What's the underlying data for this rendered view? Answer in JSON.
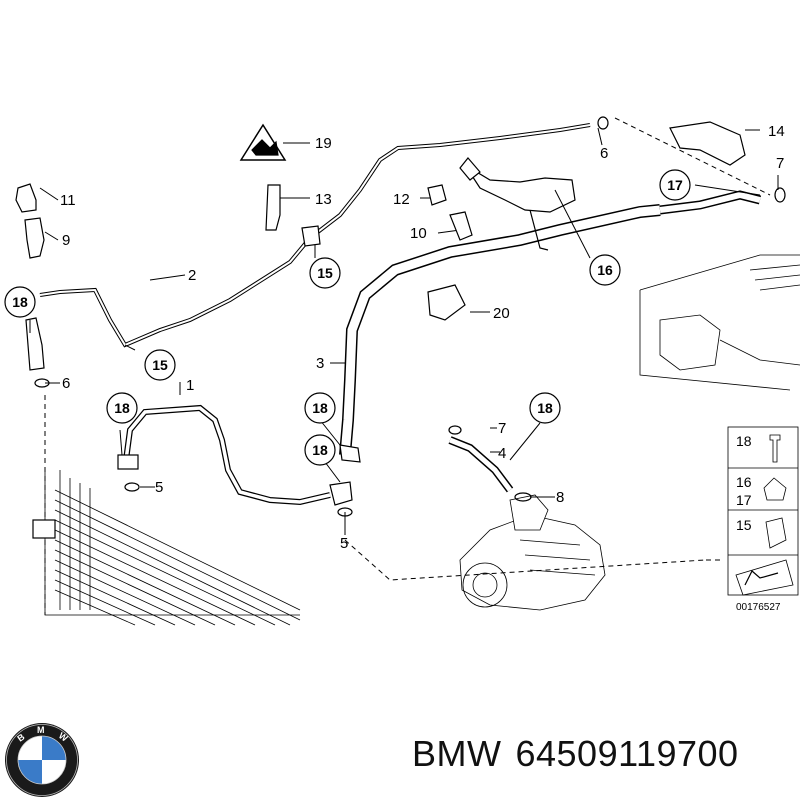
{
  "callouts": {
    "c1": "1",
    "c2": "2",
    "c3": "3",
    "c4": "4",
    "c5a": "5",
    "c5b": "5",
    "c6a": "6",
    "c6b": "6",
    "c7a": "7",
    "c7b": "7",
    "c8": "8",
    "c9": "9",
    "c10": "10",
    "c11": "11",
    "c12": "12",
    "c13": "13",
    "c14": "14",
    "c15a": "15",
    "c15b": "15",
    "c16": "16",
    "c17": "17",
    "c18a": "18",
    "c18b": "18",
    "c18c": "18",
    "c18d": "18",
    "c18e": "18",
    "c19": "19",
    "c20": "20"
  },
  "legend": {
    "l18": "18",
    "l16": "16",
    "l17": "17",
    "l15": "15"
  },
  "reference_number": "00176527",
  "logo": {
    "letters": "BMW",
    "colors": {
      "blue": "#3a7bc8",
      "white": "#ffffff",
      "black": "#000000"
    }
  },
  "footer": {
    "brand": "BMW",
    "part_number": "64509119700"
  }
}
